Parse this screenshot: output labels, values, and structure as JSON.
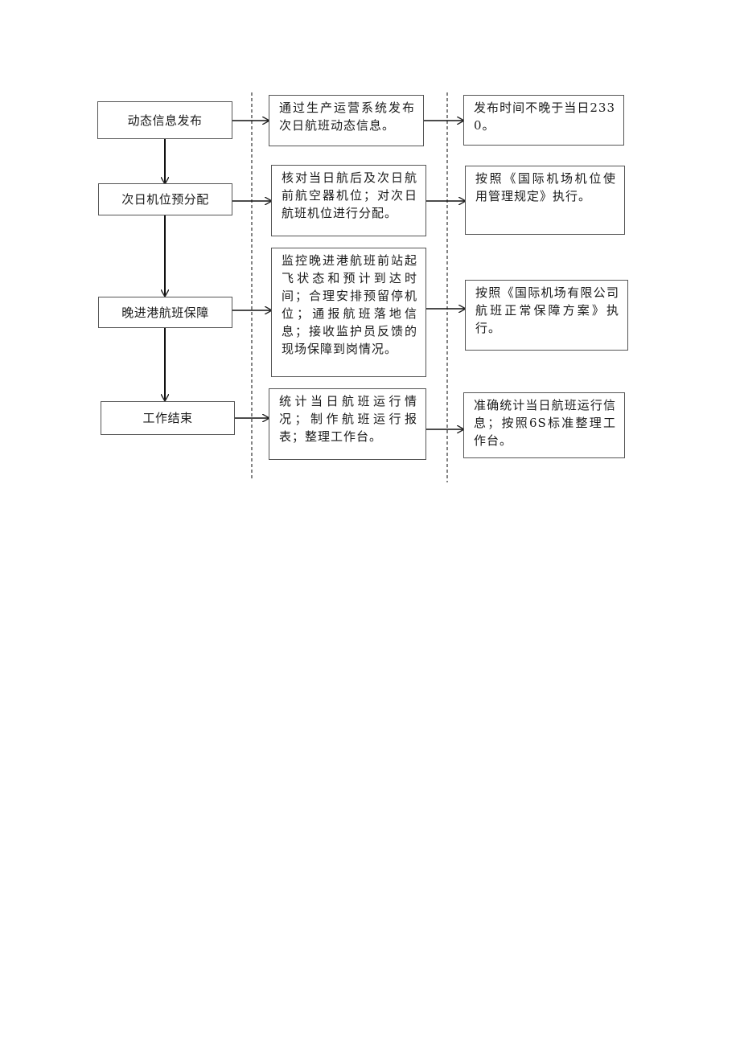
{
  "flow": {
    "rows": [
      {
        "step": "动态信息发布",
        "action": "通过生产运营系统发布次日航班动态信息。",
        "rule": "发布时间不晚于当日2330。"
      },
      {
        "step": "次日机位预分配",
        "action": "核对当日航后及次日航前航空器机位；对次日航班机位进行分配。",
        "rule": "按照《国际机场机位使用管理规定》执行。"
      },
      {
        "step": "晚进港航班保障",
        "action": "监控晚进港航班前站起飞状态和预计到达时间；合理安排预留停机位；通报航班落地信息；接收监护员反馈的现场保障到岗情况。",
        "rule": "按照《国际机场有限公司航班正常保障方案》执行。"
      },
      {
        "step": "工作结束",
        "action": "统计当日航班运行情况；制作航班运行报表；整理工作台。",
        "rule": "准确统计当日航班运行信息；按照6S标准整理工作台。"
      }
    ]
  }
}
